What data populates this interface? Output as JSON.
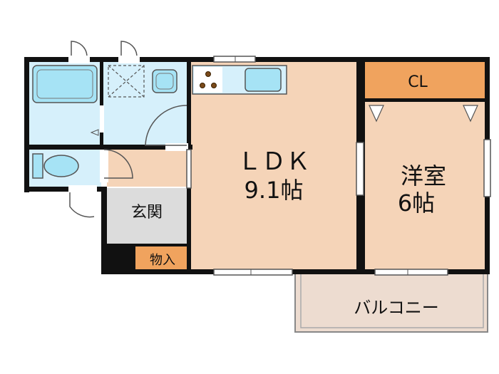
{
  "rooms": {
    "ldk": {
      "name": "ＬＤＫ",
      "size": "9.1帖"
    },
    "western": {
      "name": "洋室",
      "size": "6帖"
    },
    "closet": {
      "name": "CL"
    },
    "entrance": {
      "name": "玄関"
    },
    "storage": {
      "name": "物入"
    },
    "balcony": {
      "name": "バルコニー"
    }
  },
  "colors": {
    "room_fill": "#f5d4b8",
    "closet_fill": "#f0a35e",
    "storage_fill": "#f0a35e",
    "wet_area_fill": "#d6f0fb",
    "fixture_fill": "#a6e3f5",
    "entrance_fill": "#dcdcdc",
    "balcony_fill": "#eddcd0",
    "wall": "#111111"
  },
  "icons": [
    "bathtub-icon",
    "washer-pan-icon",
    "washbasin-icon",
    "toilet-icon",
    "stove-icon",
    "kitchen-sink-icon"
  ]
}
